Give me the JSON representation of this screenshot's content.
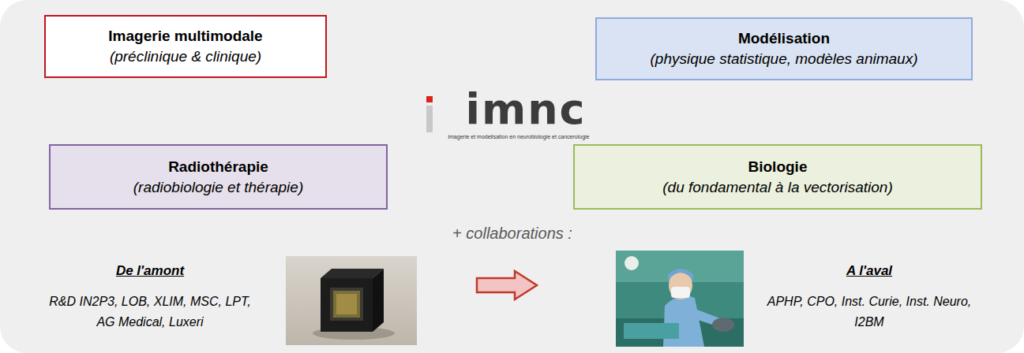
{
  "diagram": {
    "nodes": [
      {
        "text": [
          "Imagerie multimodale",
          "(préclinique & clinique)"
        ]
      },
      {
        "text": [
          "Modélisation",
          "(physique statistique, modèles animaux)"
        ]
      },
      {
        "text": [
          "Radiothérapie",
          "(radiobiologie et thérapie)"
        ]
      },
      {
        "text": [
          "Biologie",
          "(du fondamental à la vectorisation)"
        ]
      }
    ],
    "labels": [
      "imnc",
      "imagerie et modelisation en neurobiologie et cancerologie",
      "+ collaborations :",
      "De l'amont",
      "R&D IN2P3, LOB, XLIM, MSC, LPT, AG Medical, Luxeri",
      "A l'aval",
      "APHP, CPO, Inst. Curie, Inst. Neuro, I2BM"
    ]
  }
}
